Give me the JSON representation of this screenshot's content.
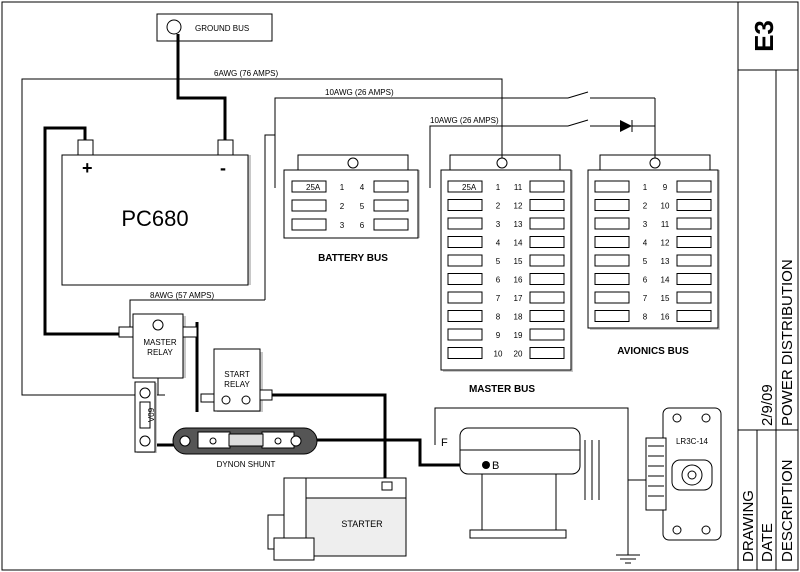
{
  "sheet_id": "E3",
  "title_block": {
    "rows": [
      {
        "label": "DRAWING",
        "value": ""
      },
      {
        "label": "DATE",
        "value": "2/9/09"
      },
      {
        "label": "DESCRIPTION",
        "value": "POWER DISTRIBUTION"
      }
    ]
  },
  "ground_bus": {
    "label": "GROUND BUS"
  },
  "battery": {
    "name": "PC680",
    "pos_terminal": "+",
    "neg_terminal": "-"
  },
  "wires": {
    "w6awg": "6AWG (76 AMPS)",
    "w10awg_1": "10AWG (26 AMPS)",
    "w10awg_2": "10AWG (26 AMPS)",
    "w8awg": "8AWG (57 AMPS)"
  },
  "battery_bus": {
    "label": "BATTERY BUS",
    "rows": [
      {
        "left": "1",
        "right": "4",
        "fuse": "25A"
      },
      {
        "left": "2",
        "right": "5",
        "fuse": ""
      },
      {
        "left": "3",
        "right": "6",
        "fuse": ""
      }
    ]
  },
  "master_bus": {
    "label": "MASTER BUS",
    "rows": [
      {
        "left": "1",
        "right": "11",
        "fuse": "25A"
      },
      {
        "left": "2",
        "right": "12",
        "fuse": ""
      },
      {
        "left": "3",
        "right": "13",
        "fuse": ""
      },
      {
        "left": "4",
        "right": "14",
        "fuse": ""
      },
      {
        "left": "5",
        "right": "15",
        "fuse": ""
      },
      {
        "left": "6",
        "right": "16",
        "fuse": ""
      },
      {
        "left": "7",
        "right": "17",
        "fuse": ""
      },
      {
        "left": "8",
        "right": "18",
        "fuse": ""
      },
      {
        "left": "9",
        "right": "19",
        "fuse": ""
      },
      {
        "left": "10",
        "right": "20",
        "fuse": ""
      }
    ]
  },
  "avionics_bus": {
    "label": "AVIONICS BUS",
    "rows": [
      {
        "left": "1",
        "right": "9",
        "fuse": ""
      },
      {
        "left": "2",
        "right": "10",
        "fuse": ""
      },
      {
        "left": "3",
        "right": "11",
        "fuse": ""
      },
      {
        "left": "4",
        "right": "12",
        "fuse": ""
      },
      {
        "left": "5",
        "right": "13",
        "fuse": ""
      },
      {
        "left": "6",
        "right": "14",
        "fuse": ""
      },
      {
        "left": "7",
        "right": "15",
        "fuse": ""
      },
      {
        "left": "8",
        "right": "16",
        "fuse": ""
      }
    ]
  },
  "master_relay": {
    "line1": "MASTER",
    "line2": "RELAY"
  },
  "start_relay": {
    "line1": "START",
    "line2": "RELAY"
  },
  "fuse_60a": {
    "label": "60A"
  },
  "shunt": {
    "label": "DYNON SHUNT"
  },
  "starter": {
    "label": "STARTER"
  },
  "alternator": {
    "f_label": "F",
    "b_label": "B"
  },
  "regulator": {
    "label": "LR3C-14"
  }
}
